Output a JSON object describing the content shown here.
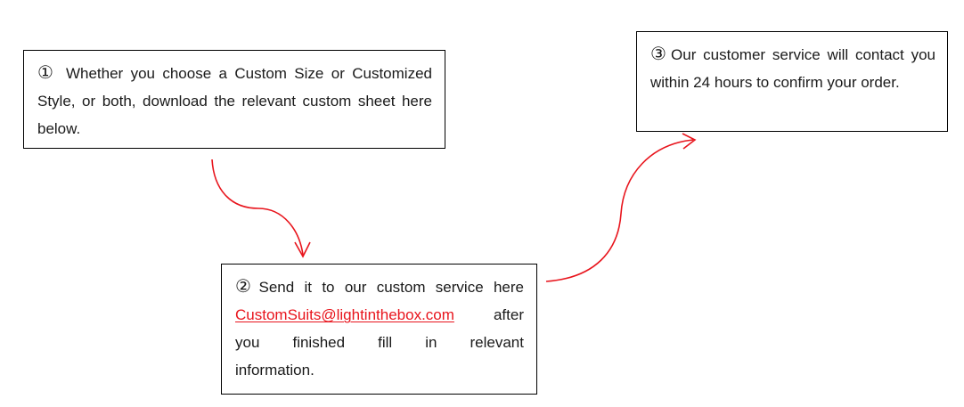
{
  "steps": [
    {
      "number": "①",
      "text": " Whether you choose a Custom Size or Customized Style, or both, download the relevant custom sheet here below."
    },
    {
      "number": "②",
      "text_before": "Send it to our custom service here",
      "email": "CustomSuits@lightinthebox.com",
      "text_after_1": "after",
      "text_after_2": "you finished fill in relevant",
      "text_after_3": "information."
    },
    {
      "number": "③",
      "text": "Our customer service will contact you within 24 hours to confirm your order."
    }
  ],
  "colors": {
    "arrow": "#e8141c",
    "link": "#e8141c",
    "border": "#000000"
  }
}
